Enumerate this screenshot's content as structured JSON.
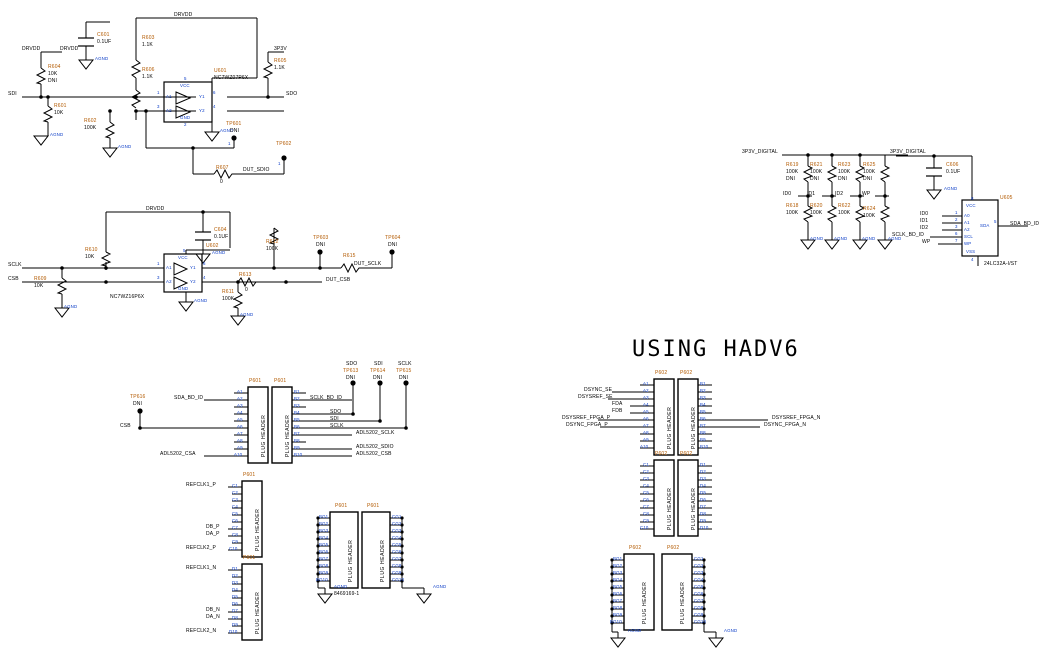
{
  "sheet": {
    "title": "USING HADV6",
    "background": "#ffffff",
    "ref_color": "#b35a00",
    "pin_color": "#1040c8",
    "wire_color": "#000000"
  },
  "blocks": {
    "sdio_buffer": {
      "ic": {
        "ref": "U601",
        "part": "NC7WZ07P6X",
        "pins": [
          "1",
          "2",
          "3",
          "4",
          "5",
          "6"
        ],
        "pin_names": [
          "A1",
          "GND",
          "A2",
          "Y2",
          "VCC",
          "Y1"
        ]
      },
      "power_nets": [
        "DRVDD",
        "DRVDD",
        "3P3V"
      ],
      "cap": {
        "ref": "C601",
        "value": "0.1UF",
        "net": "DRVDD"
      },
      "resistors": [
        {
          "ref": "R604",
          "value": "10K",
          "note": "DNI"
        },
        {
          "ref": "R601",
          "value": "10K",
          "note": ""
        },
        {
          "ref": "R603",
          "value": "1.1K",
          "note": ""
        },
        {
          "ref": "R606",
          "value": "1.1K",
          "note": ""
        },
        {
          "ref": "R602",
          "value": "100K",
          "note": ""
        },
        {
          "ref": "R605",
          "value": "1.1K",
          "note": ""
        },
        {
          "ref": "R607",
          "value": "0",
          "note": ""
        }
      ],
      "testpoints": [
        {
          "ref": "TP601",
          "note": "DNI"
        },
        {
          "ref": "TP602",
          "note": ""
        }
      ],
      "nets": [
        "SDI",
        "SDO",
        "DUT_SDIO"
      ],
      "gnd_label": "AGND"
    },
    "sclk_buffer": {
      "ic": {
        "ref": "U602",
        "part": "NC7WZ16P6X",
        "pins": [
          "1",
          "2",
          "3",
          "4",
          "5",
          "6"
        ],
        "pin_names": [
          "A1",
          "GND",
          "A2",
          "Y2",
          "VCC",
          "Y1"
        ]
      },
      "power_net": "DRVDD",
      "cap": {
        "ref": "C604",
        "value": "0.1UF",
        "net": "DRVDD"
      },
      "resistors": [
        {
          "ref": "R610",
          "value": "10K",
          "note": ""
        },
        {
          "ref": "R609",
          "value": "10K",
          "note": ""
        },
        {
          "ref": "R612",
          "value": "100K",
          "note": ""
        },
        {
          "ref": "R611",
          "value": "100K",
          "note": ""
        },
        {
          "ref": "R615",
          "value": "0",
          "note": ""
        },
        {
          "ref": "R613",
          "value": "0",
          "note": ""
        }
      ],
      "testpoints": [
        {
          "ref": "TP603",
          "note": "DNI"
        },
        {
          "ref": "TP604",
          "note": "DNI"
        }
      ],
      "nets": [
        "SCLK",
        "CSB",
        "DUT_SCLK",
        "DUT_CSB"
      ],
      "gnd_label": "AGND"
    },
    "id_straps": {
      "rail_net": "3P3V_DIGITAL",
      "gnd_label": "AGND",
      "columns": [
        {
          "pullup": {
            "ref": "R619",
            "value": "100K",
            "note": "DNI"
          },
          "signal": "ID0",
          "pulldown": {
            "ref": "R618",
            "value": "100K",
            "note": ""
          }
        },
        {
          "pullup": {
            "ref": "R621",
            "value": "100K",
            "note": "DNI"
          },
          "signal": "ID1",
          "pulldown": {
            "ref": "R620",
            "value": "100K",
            "note": ""
          }
        },
        {
          "pullup": {
            "ref": "R623",
            "value": "100K",
            "note": "DNI"
          },
          "signal": "ID2",
          "pulldown": {
            "ref": "R622",
            "value": "100K",
            "note": ""
          }
        },
        {
          "pullup": {
            "ref": "R625",
            "value": "100K",
            "note": "DNI"
          },
          "signal": "WP",
          "pulldown": {
            "ref": "R624",
            "value": "100K",
            "note": ""
          }
        }
      ]
    },
    "eeprom": {
      "ic": {
        "ref": "U605",
        "part": "24LC32A-I/ST"
      },
      "rail_net": "3P3V_DIGITAL",
      "cap": {
        "ref": "C606",
        "value": "0.1UF"
      },
      "gnd_label": "AGND",
      "pins_left": [
        {
          "num": "1",
          "name": "A0",
          "net": "ID0"
        },
        {
          "num": "2",
          "name": "A1",
          "net": "ID1"
        },
        {
          "num": "3",
          "name": "A2",
          "net": "ID2"
        },
        {
          "num": "6",
          "name": "SCL",
          "net": "SCLK_BD_ID"
        },
        {
          "num": "7",
          "name": "WP",
          "net": "WP"
        }
      ],
      "pins_right": [
        {
          "num": "5",
          "name": "SDA",
          "net": "SDA_BD_ID"
        }
      ],
      "pin_vcc": {
        "num": "8",
        "name": "VCC"
      },
      "pin_vss": {
        "num": "4",
        "name": "VSS"
      }
    }
  },
  "connectors": {
    "p601_a": {
      "ref": "P601",
      "type": "PLUG HEADER",
      "pins": [
        "A1",
        "A2",
        "A3",
        "A4",
        "A5",
        "A6",
        "A7",
        "A8",
        "A9",
        "A10"
      ],
      "nets": {
        "A2": "SDA_BD_ID",
        "A6": "CSB",
        "A10": "ADL5202_CSA"
      }
    },
    "p601_b": {
      "ref": "P601",
      "type": "PLUG HEADER",
      "pins": [
        "B1",
        "B2",
        "B3",
        "B4",
        "B5",
        "B6",
        "B7",
        "B8",
        "B9",
        "B10"
      ],
      "nets": {
        "B2": "SCLK_BD_ID",
        "B4": "SDO",
        "B5": "SDI",
        "B6": "SCLK",
        "B7": "ADL5202_SCLK",
        "B9": "ADL5202_SDIO",
        "B10": "ADL5202_CSB"
      }
    },
    "p601_c": {
      "ref": "P601",
      "type": "PLUG HEADER",
      "pins": [
        "C1",
        "C2",
        "C3",
        "C4",
        "C5",
        "C6",
        "C7",
        "C8",
        "C9",
        "C10"
      ],
      "nets": {
        "C1": "REFCLK1_P",
        "C7": "DB_P",
        "C8": "DA_P",
        "C10": "REFCLK2_P"
      }
    },
    "p601_d": {
      "ref": "P601",
      "type": "PLUG HEADER",
      "pins": [
        "D1",
        "D2",
        "D3",
        "D4",
        "D5",
        "D6",
        "D7",
        "D8",
        "D9",
        "D10"
      ],
      "nets": {
        "D1": "REFCLK1_N",
        "D7": "DB_N",
        "D8": "DA_N",
        "D10": "REFCLK2_N"
      }
    },
    "p601_gnd_left": {
      "ref": "P601",
      "type": "PLUG HEADER",
      "part": "8469169-1",
      "pins": [
        "BG1",
        "BG2",
        "BG3",
        "BG4",
        "BG5",
        "BG6",
        "BG7",
        "BG8",
        "BG9",
        "BG10"
      ],
      "gnd_label": "AGND"
    },
    "p601_gnd_right": {
      "ref": "P601",
      "type": "PLUG HEADER",
      "part": "8469169-1",
      "pins": [
        "CG1",
        "CG2",
        "CG3",
        "CG4",
        "CG5",
        "CG6",
        "CG7",
        "CG8",
        "CG9",
        "CG10"
      ],
      "gnd_label": "AGND"
    },
    "p602_a": {
      "ref": "P602",
      "type": "PLUG HEADER",
      "pins": [
        "A1",
        "A2",
        "A3",
        "A4",
        "A5",
        "A6",
        "A7",
        "A8",
        "A9",
        "A10"
      ],
      "nets": {
        "A2": "DSYNC_SE",
        "A3": "DSYSREF_SE",
        "A4": "FDA",
        "A5": "FDB",
        "A6": "DSYSREF_FPGA_P",
        "A7": "DSYNC_FPGA_P"
      }
    },
    "p602_b": {
      "ref": "P602",
      "type": "PLUG HEADER",
      "pins": [
        "B1",
        "B2",
        "B3",
        "B4",
        "B5",
        "B6",
        "B7",
        "B8",
        "B9",
        "B10"
      ],
      "nets": {
        "B6": "DSYSREF_FPGA_N",
        "B7": "DSYNC_FPGA_N"
      }
    },
    "p602_c": {
      "ref": "P602",
      "type": "PLUG HEADER",
      "pins": [
        "C1",
        "C2",
        "C3",
        "C4",
        "C5",
        "C6",
        "C7",
        "C8",
        "C9",
        "C10"
      ],
      "nets": {}
    },
    "p602_d": {
      "ref": "P602",
      "type": "PLUG HEADER",
      "pins": [
        "D1",
        "D2",
        "D3",
        "D4",
        "D5",
        "D6",
        "D7",
        "D8",
        "D9",
        "D10"
      ],
      "nets": {}
    },
    "p602_gnd_left": {
      "ref": "P602",
      "type": "PLUG HEADER",
      "pins": [
        "BG1",
        "BG2",
        "BG3",
        "BG4",
        "BG5",
        "BG6",
        "BG7",
        "BG8",
        "BG9",
        "BG10"
      ],
      "gnd_label": "AGND"
    },
    "p602_gnd_right": {
      "ref": "P602",
      "type": "PLUG HEADER",
      "pins": [
        "CG1",
        "CG2",
        "CG3",
        "CG4",
        "CG5",
        "CG6",
        "CG7",
        "CG8",
        "CG9",
        "CG10"
      ],
      "gnd_label": "AGND"
    }
  },
  "testpoint_row": [
    {
      "net": "SDO",
      "ref": "TP613",
      "note": "DNI"
    },
    {
      "net": "SDI",
      "ref": "TP614",
      "note": "DNI"
    },
    {
      "net": "SCLK",
      "ref": "TP615",
      "note": "DNI"
    }
  ],
  "csb_testpoint": {
    "net": "CSB",
    "ref": "TP616",
    "note": "DNI"
  }
}
